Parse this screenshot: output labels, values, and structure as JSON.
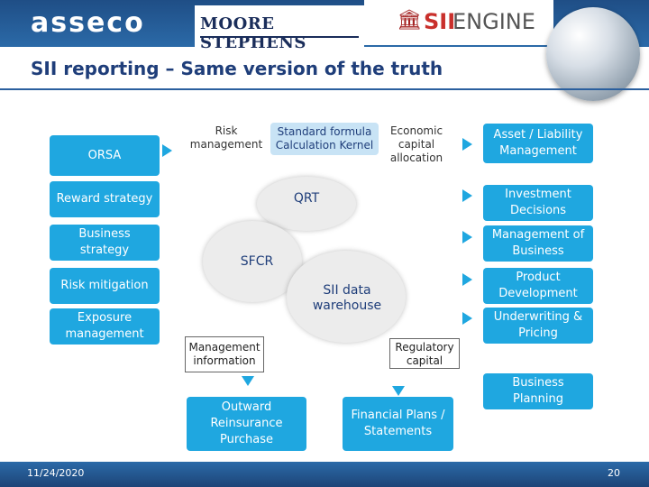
{
  "header": {
    "logos": {
      "assec": "asseco",
      "moore": "MOORE STEPHENS",
      "sii_prefix": "SII",
      "sii_suffix": "ENGINE"
    }
  },
  "title": "SII reporting – Same version of the truth",
  "left_boxes": [
    "ORSA",
    "Reward strategy",
    "Business strategy",
    "Risk mitigation",
    "Exposure management"
  ],
  "right_boxes": [
    "Asset / Liability Management",
    "Investment Decisions",
    "Management of Business",
    "Product Development",
    "Underwriting & Pricing",
    "Business Planning"
  ],
  "top_labels": {
    "risk_management": "Risk management",
    "standard_formula": "Standard formula Calculation Kernel",
    "economic_capital": "Economic capital allocation"
  },
  "center": {
    "qrt": "QRT",
    "sfcr": "SFCR",
    "warehouse": "SII data warehouse"
  },
  "panels": {
    "management_info": "Management information",
    "regulatory_capital": "Regulatory capital"
  },
  "bottom_boxes": {
    "outward": "Outward Reinsurance Purchase",
    "financial_plans": "Financial Plans / Statements"
  },
  "footer": {
    "date": "11/24/2020",
    "page": "20"
  },
  "colors": {
    "accent": "#1fa7e0",
    "title": "#1f3e7a",
    "header": "#2b6aa8"
  }
}
